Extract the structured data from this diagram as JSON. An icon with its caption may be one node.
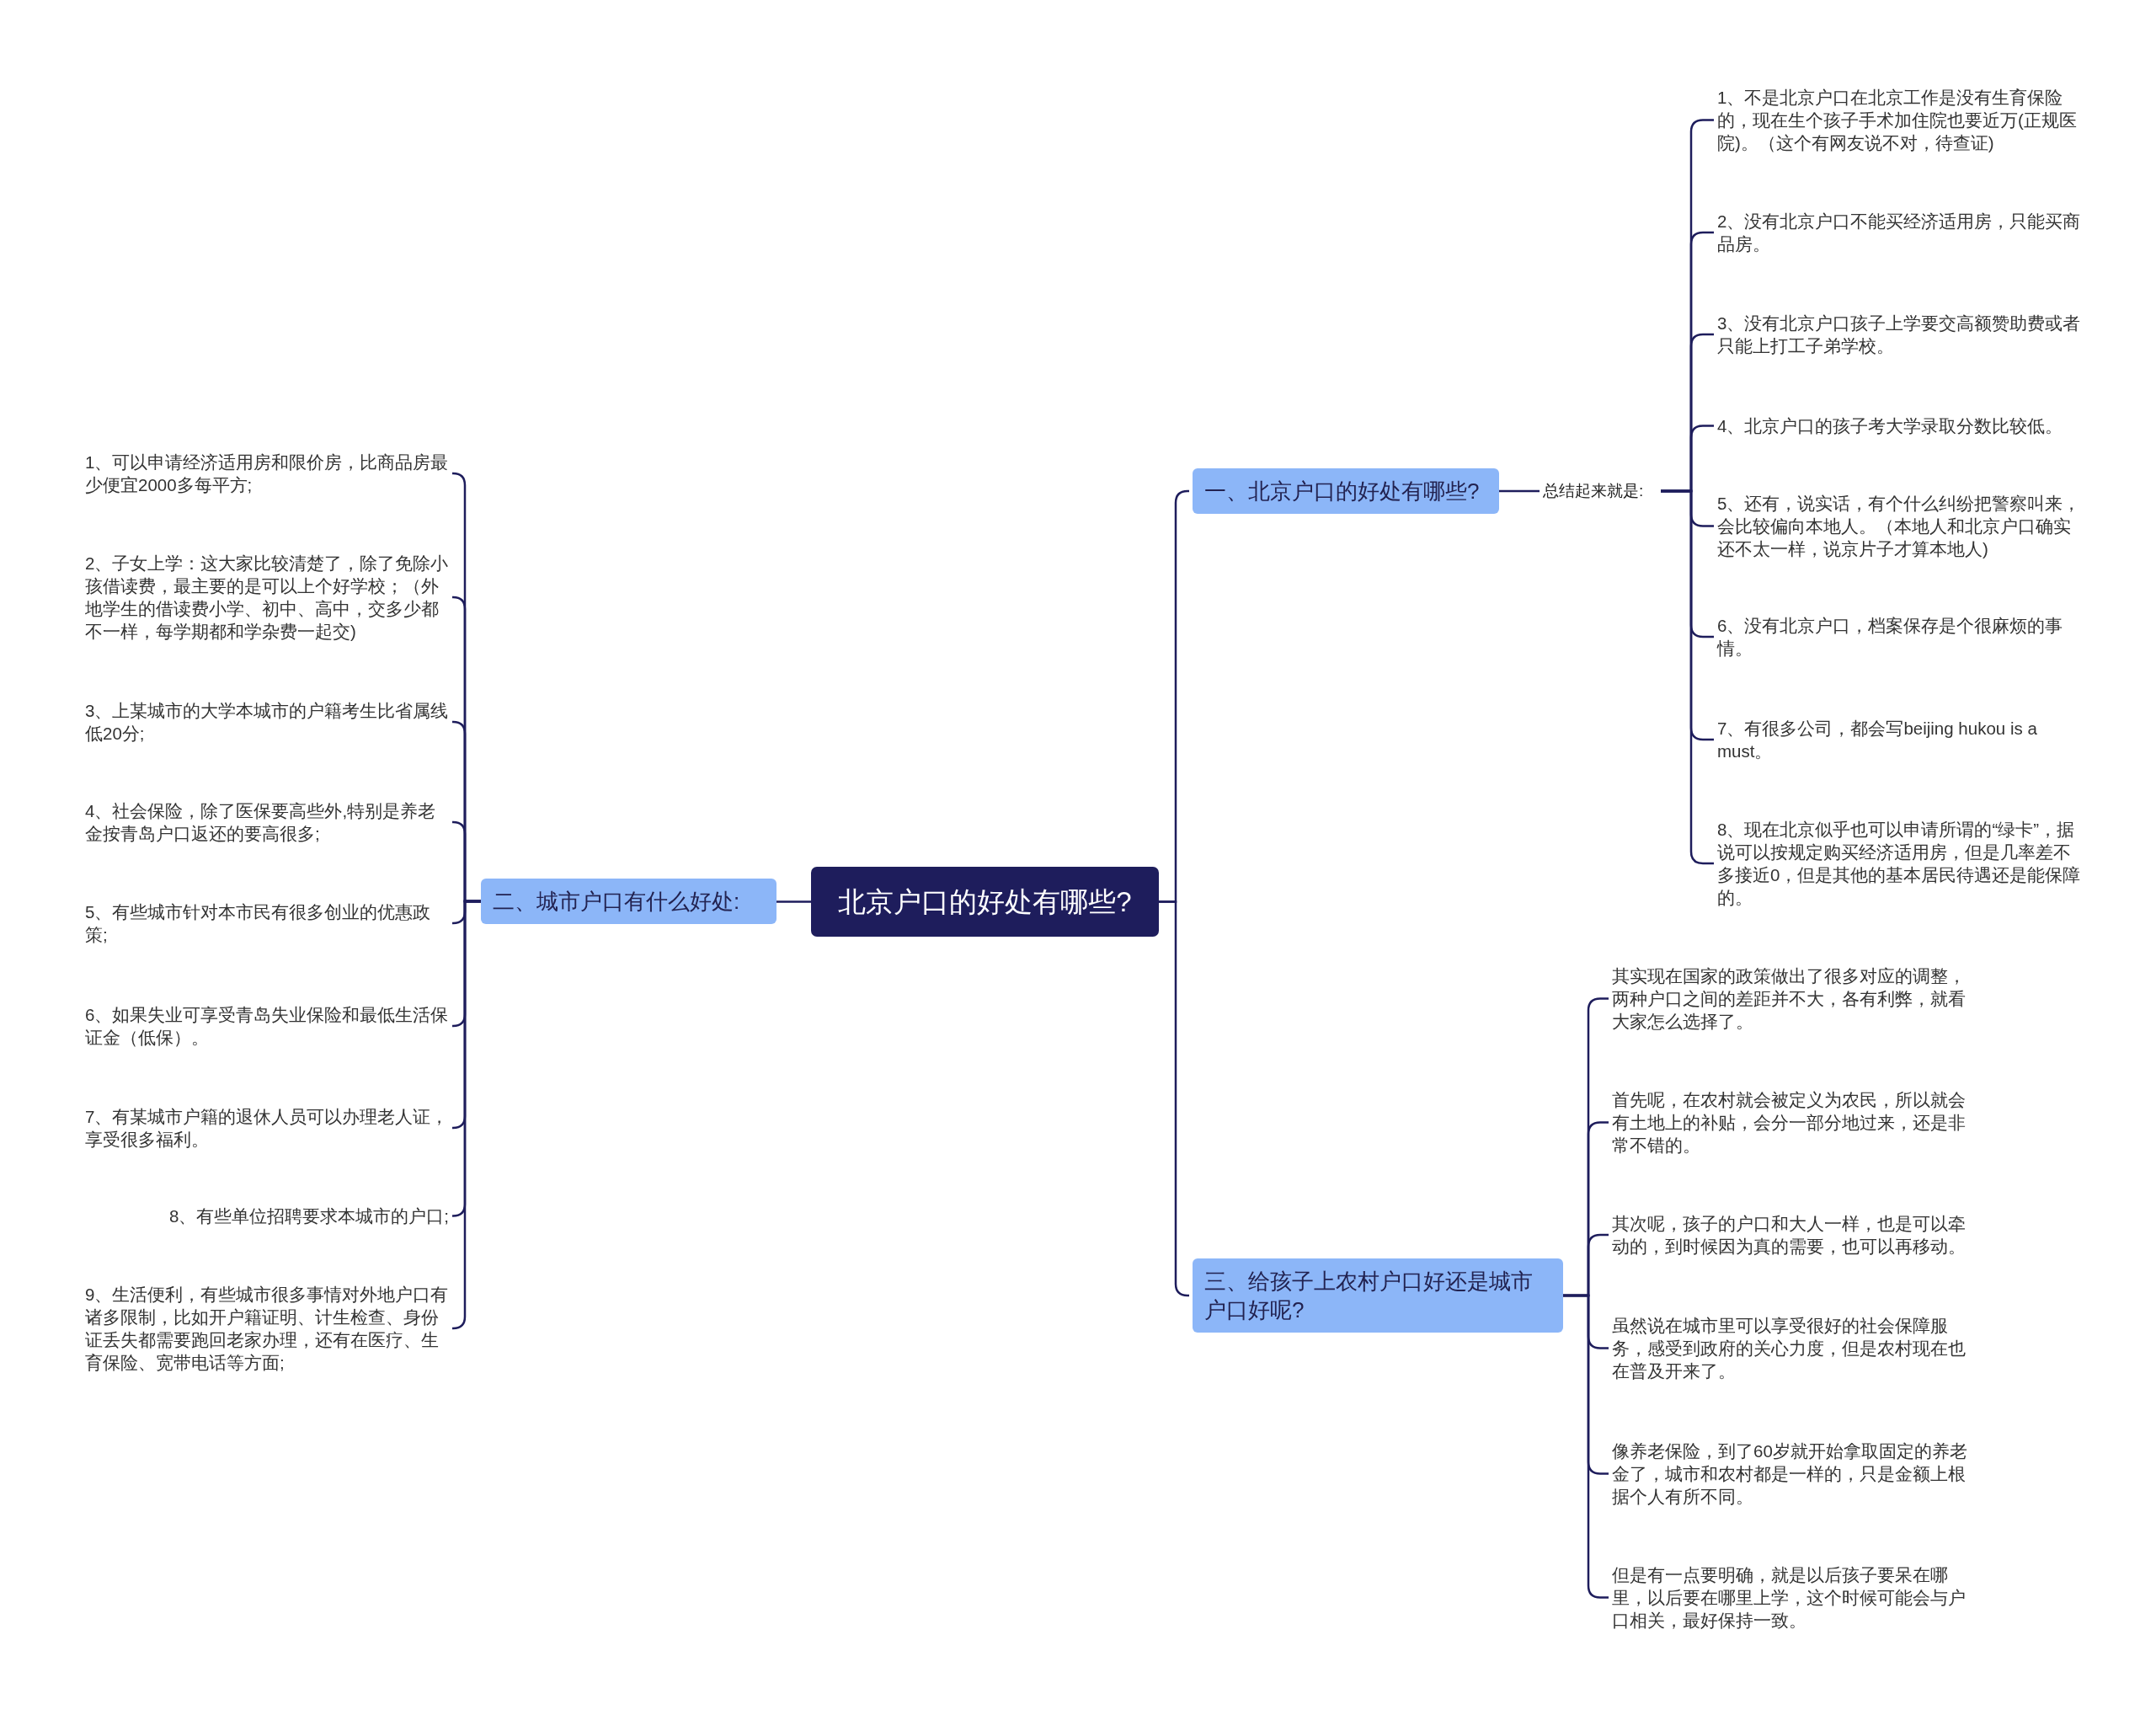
{
  "diagram": {
    "nodes": [
      {
        "text": [
          "北京户口的好处有哪些?"
        ]
      },
      {
        "text": [
          "一、北京户口的好处有哪些?"
        ]
      },
      {
        "text": [
          "总结起来就是:"
        ]
      },
      {
        "text": [
          "1、不是北京户口在北京工作是没有生育保险的，现在生个孩子手术加住院也要近万(正规医院)。（这个有网友说不对，待查证)"
        ]
      },
      {
        "text": [
          "2、没有北京户口不能买经济适用房，只能买商品房。"
        ]
      },
      {
        "text": [
          "3、没有北京户口孩子上学要交高额赞助费或者只能上打工子弟学校。"
        ]
      },
      {
        "text": [
          "4、北京户口的孩子考大学录取分数比较低。"
        ]
      },
      {
        "text": [
          "5、还有，说实话，有个什么纠纷把警察叫来，会比较偏向本地人。（本地人和北京户口确实还不太一样，说京片子才算本地人)"
        ]
      },
      {
        "text": [
          "6、没有北京户口，档案保存是个很麻烦的事情。"
        ]
      },
      {
        "text": [
          "7、有很多公司，都会写beijing hukou is a must。"
        ]
      },
      {
        "text": [
          "8、现在北京似乎也可以申请所谓的“绿卡”，据说可以按规定购买经济适用房，但是几率差不多接近0，但是其他的基本居民待遇还是能保障的。"
        ]
      },
      {
        "text": [
          "二、城市户口有什么好处:"
        ]
      },
      {
        "text": [
          "1、可以申请经济适用房和限价房，比商品房最少便宜2000多每平方;"
        ]
      },
      {
        "text": [
          "2、子女上学：这大家比较清楚了，除了免除小孩借读费，最主要的是可以上个好学校；（外地学生的借读费小学、初中、高中，交多少都不一样，每学期都和学杂费一起交)"
        ]
      },
      {
        "text": [
          "3、上某城市的大学本城市的户籍考生比省属线低20分;"
        ]
      },
      {
        "text": [
          "4、社会保险，除了医保要高些外,特别是养老金按青岛户口返还的要高很多;"
        ]
      },
      {
        "text": [
          "5、有些城市针对本市民有很多创业的优惠政策;"
        ]
      },
      {
        "text": [
          "6、如果失业可享受青岛失业保险和最低生活保证金（低保）。"
        ]
      },
      {
        "text": [
          "7、有某城市户籍的退休人员可以办理老人证，享受很多福利。"
        ]
      },
      {
        "text": [
          "8、有些单位招聘要求本城市的户口;"
        ]
      },
      {
        "text": [
          "9、生活便利，有些城市很多事情对外地户口有诸多限制，比如开户籍证明、计生检查、身份证丢失都需要跑回老家办理，还有在医疗、生育保险、宽带电话等方面;"
        ]
      },
      {
        "text": [
          "三、给孩子上农村户口好还是城市户口好呢?"
        ]
      },
      {
        "text": [
          "其实现在国家的政策做出了很多对应的调整，两种户口之间的差距并不大，各有利弊，就看大家怎么选择了。"
        ]
      },
      {
        "text": [
          "首先呢，在农村就会被定义为农民，所以就会有土地上的补贴，会分一部分地过来，还是非常不错的。"
        ]
      },
      {
        "text": [
          "其次呢，孩子的户口和大人一样，也是可以牵动的，到时候因为真的需要，也可以再移动。"
        ]
      },
      {
        "text": [
          "虽然说在城市里可以享受很好的社会保障服务，感受到政府的关心力度，但是农村现在也在普及开来了。"
        ]
      },
      {
        "text": [
          "像养老保险，到了60岁就开始拿取固定的养老金了，城市和农村都是一样的，只是金额上根据个人有所不同。"
        ]
      },
      {
        "text": [
          "但是有一点要明确，就是以后孩子要呆在哪里，以后要在哪里上学，这个时候可能会与户口相关，最好保持一致。"
        ]
      }
    ],
    "edges": [
      {
        "from": 0,
        "to": 1,
        "arrow": "none"
      },
      {
        "from": 0,
        "to": 11,
        "arrow": "none"
      },
      {
        "from": 0,
        "to": 21,
        "arrow": "none"
      },
      {
        "from": 1,
        "to": 2,
        "arrow": "none"
      },
      {
        "from": 2,
        "to": 3,
        "arrow": "none"
      },
      {
        "from": 2,
        "to": 4,
        "arrow": "none"
      },
      {
        "from": 2,
        "to": 5,
        "arrow": "none"
      },
      {
        "from": 2,
        "to": 6,
        "arrow": "none"
      },
      {
        "from": 2,
        "to": 7,
        "arrow": "none"
      },
      {
        "from": 2,
        "to": 8,
        "arrow": "none"
      },
      {
        "from": 2,
        "to": 9,
        "arrow": "none"
      },
      {
        "from": 2,
        "to": 10,
        "arrow": "none"
      },
      {
        "from": 11,
        "to": 12,
        "arrow": "none"
      },
      {
        "from": 11,
        "to": 13,
        "arrow": "none"
      },
      {
        "from": 11,
        "to": 14,
        "arrow": "none"
      },
      {
        "from": 11,
        "to": 15,
        "arrow": "none"
      },
      {
        "from": 11,
        "to": 16,
        "arrow": "none"
      },
      {
        "from": 11,
        "to": 17,
        "arrow": "none"
      },
      {
        "from": 11,
        "to": 18,
        "arrow": "none"
      },
      {
        "from": 11,
        "to": 19,
        "arrow": "none"
      },
      {
        "from": 11,
        "to": 20,
        "arrow": "none"
      },
      {
        "from": 21,
        "to": 22,
        "arrow": "none"
      },
      {
        "from": 21,
        "to": 23,
        "arrow": "none"
      },
      {
        "from": 21,
        "to": 24,
        "arrow": "none"
      },
      {
        "from": 21,
        "to": 25,
        "arrow": "none"
      },
      {
        "from": 21,
        "to": 26,
        "arrow": "none"
      },
      {
        "from": 21,
        "to": 27,
        "arrow": "none"
      }
    ]
  }
}
